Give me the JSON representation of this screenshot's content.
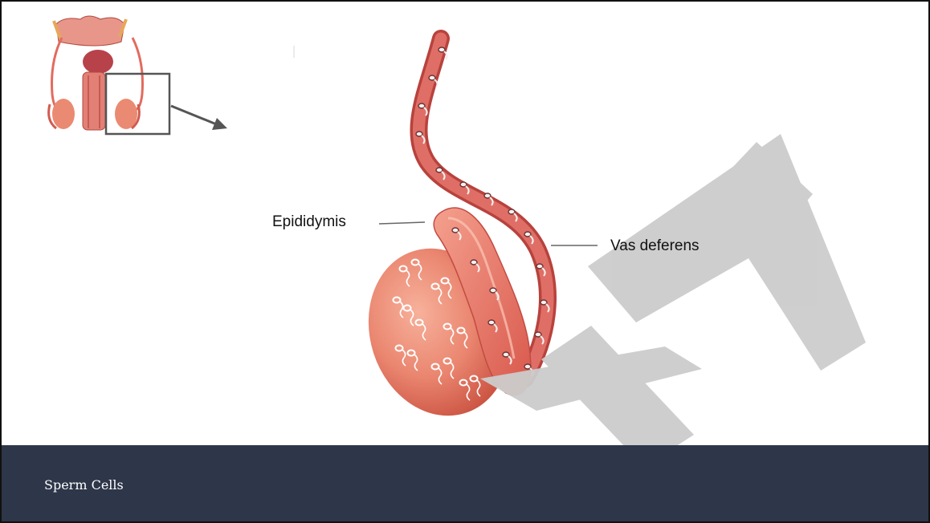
{
  "labels": {
    "epididymis": "Epididymis",
    "vas_deferens": "Vas deferens"
  },
  "watermark_text": "NET",
  "caption": "Sperm Cells",
  "colors": {
    "footer": "#2e3749",
    "tissue": "#e8796f",
    "tube": "#d95c5c",
    "watermark": "#cccccc"
  }
}
